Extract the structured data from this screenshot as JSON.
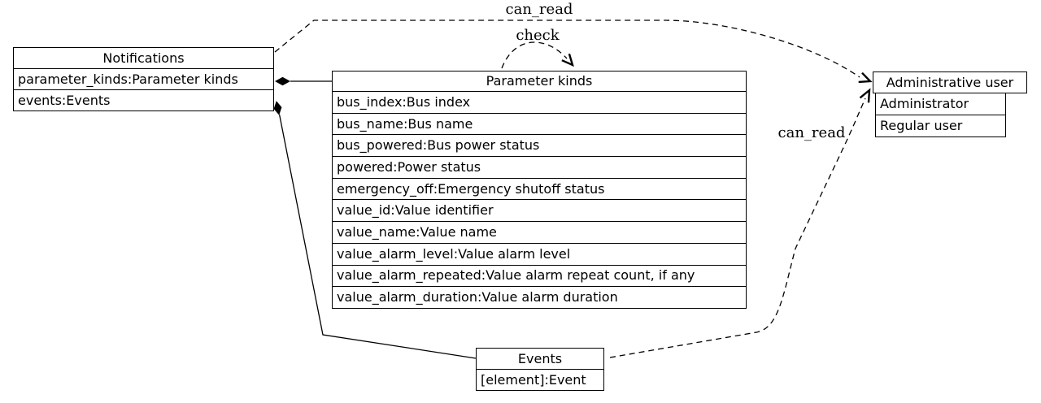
{
  "diagram": {
    "background": "#ffffff",
    "line_color": "#000000",
    "nodes": {
      "notifications": {
        "title": "Notifications",
        "rows": [
          "parameter_kinds:Parameter kinds",
          "events:Events"
        ]
      },
      "parameter_kinds": {
        "title": "Parameter kinds",
        "rows": [
          "bus_index:Bus index",
          "bus_name:Bus name",
          "bus_powered:Bus power status",
          "powered:Power status",
          "emergency_off:Emergency shutoff status",
          "value_id:Value identifier",
          "value_name:Value name",
          "value_alarm_level:Value alarm level",
          "value_alarm_repeated:Value alarm repeat count, if any",
          "value_alarm_duration:Value alarm duration"
        ]
      },
      "administrative_user": {
        "title": "Administrative user",
        "rows": [
          "Administrator",
          "Regular user"
        ]
      },
      "events": {
        "title": "Events",
        "rows": [
          "[element]:Event"
        ]
      }
    },
    "edge_labels": {
      "can_read_top": "can_read",
      "check": "check",
      "can_read_right": "can_read"
    }
  }
}
